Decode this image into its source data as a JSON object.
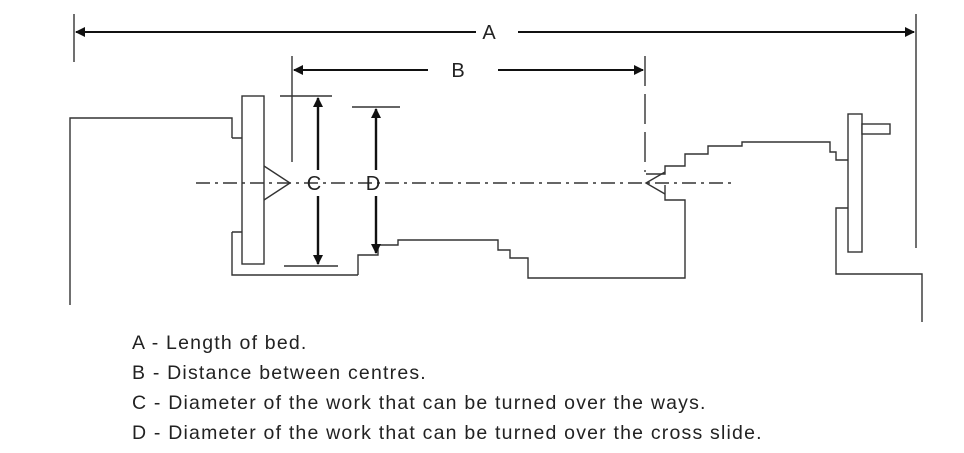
{
  "dimension_labels": {
    "a": "A",
    "b": "B",
    "c": "C",
    "d": "D"
  },
  "legend": [
    "A - Length of bed.",
    "B - Distance between centres.",
    "C - Diameter of the work that can be turned over the ways.",
    "D - Diameter of the work that can be turned over the cross slide."
  ]
}
